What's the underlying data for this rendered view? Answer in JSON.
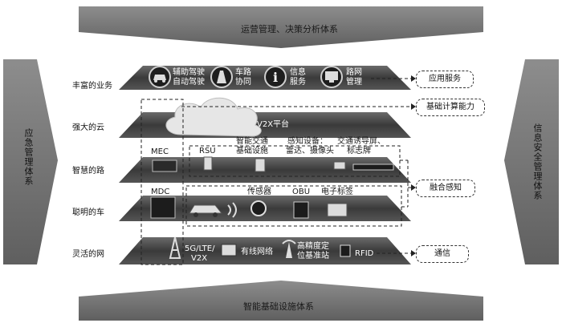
{
  "top_banner": "运营管理、决策分析体系",
  "bottom_banner": "智能基础设施体系",
  "left_banner": "应急管理体系",
  "right_banner": "信息安全管理体系",
  "layers": [
    {
      "label": "丰富的业务"
    },
    {
      "label": "强大的云"
    },
    {
      "label": "智慧的路"
    },
    {
      "label": "聪明的车"
    },
    {
      "label": "灵活的网"
    }
  ],
  "business": {
    "item1": [
      "辅助驾驶",
      "自动驾驶"
    ],
    "item2": [
      "车路",
      "协同"
    ],
    "item3": [
      "信息",
      "服务"
    ],
    "item4": [
      "路网",
      "管理"
    ]
  },
  "cloud": {
    "platform": "V2X平台"
  },
  "road": {
    "mec": "MEC",
    "rsu": "RSU",
    "smart_traffic": [
      "智能交通",
      "基础设施"
    ],
    "sensing": [
      "感知设备：",
      "雷达、摄像头"
    ],
    "guidance": [
      "交通诱导屏、",
      "标志牌"
    ]
  },
  "vehicle": {
    "mdc": "MDC",
    "sensor": "传感器",
    "obu": "OBU",
    "etag": "电子标签"
  },
  "network": {
    "cell": [
      "5G/LTE/",
      "V2X"
    ],
    "wired": "有线网络",
    "gnss": [
      "高精度定",
      "位基准站"
    ],
    "rfid": "RFID"
  },
  "right_boxes": {
    "app_service": "应用服务",
    "compute": "基础计算能力",
    "fusion": "融合感知",
    "comm": "通信"
  }
}
